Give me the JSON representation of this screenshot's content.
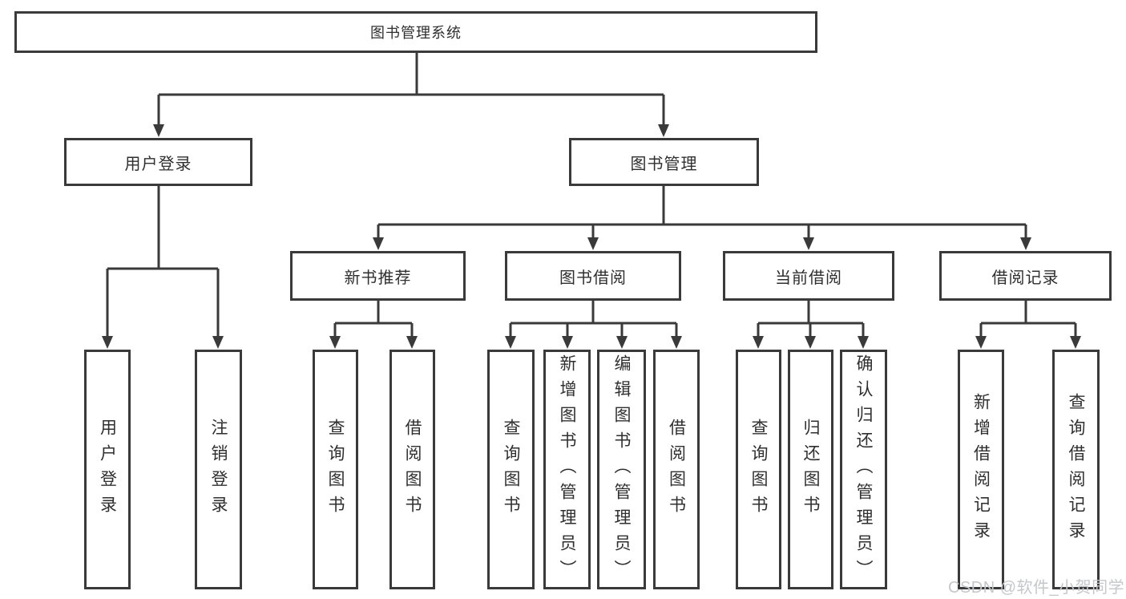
{
  "diagram": {
    "title_note": "library management system feature tree",
    "root": {
      "label": "图书管理系统"
    },
    "branches": [
      {
        "label": "用户登录",
        "leaves": [
          {
            "label": "用户登录"
          },
          {
            "label": "注销登录"
          }
        ]
      },
      {
        "label": "图书管理",
        "groups": [
          {
            "label": "新书推荐",
            "leaves": [
              {
                "label": "查询图书"
              },
              {
                "label": "借阅图书"
              }
            ]
          },
          {
            "label": "图书借阅",
            "leaves": [
              {
                "label": "查询图书"
              },
              {
                "label": "新增图书（管理员）"
              },
              {
                "label": "编辑图书（管理员）"
              },
              {
                "label": "借阅图书"
              }
            ]
          },
          {
            "label": "当前借阅",
            "leaves": [
              {
                "label": "查询图书"
              },
              {
                "label": "归还图书"
              },
              {
                "label": "确认归还（管理员）"
              }
            ]
          },
          {
            "label": "借阅记录",
            "leaves": [
              {
                "label": "新增借阅记录"
              },
              {
                "label": "查询借阅记录"
              }
            ]
          }
        ]
      }
    ]
  },
  "watermark": {
    "text": "CSDN @软件_小贺同学"
  },
  "colors": {
    "line": "#3a3a3a",
    "box_border": "#3a3a3a",
    "text": "#2f2f2f",
    "background": "#ffffff",
    "watermark": "#c5c7ca"
  }
}
